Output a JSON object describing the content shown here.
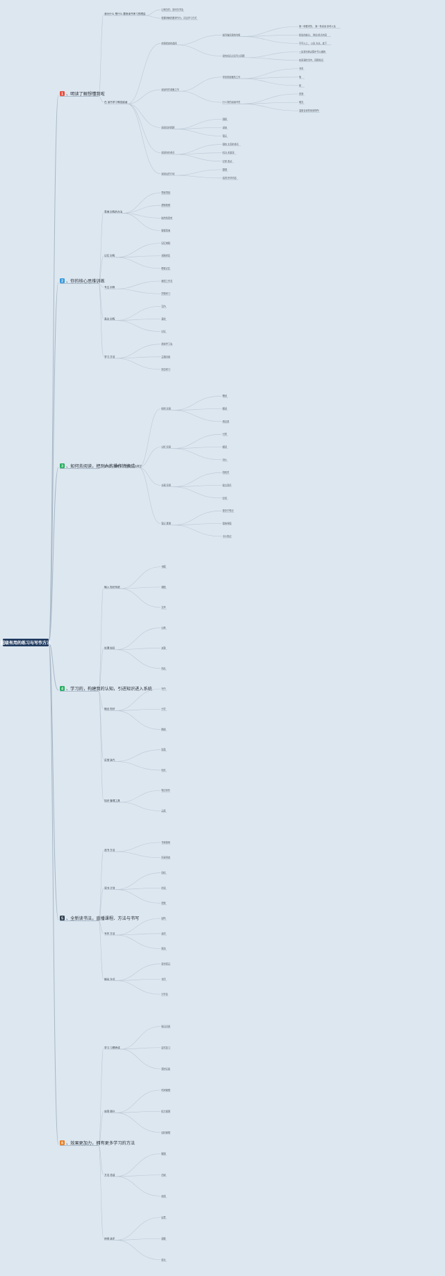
{
  "root": {
    "title": "超级有用的练习与写作方法"
  },
  "sections": [
    {
      "num": "1",
      "title": "、明读了解想懂我啦",
      "color": "#e74c3c",
      "children": [
        {
          "text": "<b> 我为什么 </b> 是什么 要我读书练习的理由",
          "children": [
            {
              "text": "让明白的，如何去学会"
            },
            {
              "text": "需要明确的要求作为，并且学习方式"
            }
          ]
        },
        {
          "text": "<b> 在 </b> 读书学习等技能者",
          "children": [
            {
              "text": "自我检查的选择",
              "children": [
                {
                  "text": "如何做阅读的时候",
                  "children": [
                    {
                      "text": "第一种要求的，<b> 第一条阅读 </b> 参考以及"
                    },
                    {
                      "text": "精彩的部分，<b> 例如 </b> 重点内容"
                    },
                    {
                      "text": "不可以上，<b> 以及 </b> 方法，选下"
                    }
                  ]
                },
                {
                  "text": "读完知识之后可以回顾",
                  "children": [
                    {
                      "text": "一边读书的过程中可以做的"
                    },
                    {
                      "text": "在阅读的当中，回顾知识"
                    }
                  ]
                }
              ]
            },
            {
              "text": "阅读时的准备工作",
              "children": [
                {
                  "text": "学前需准备的工作",
                  "children": [
                    {
                      "text": "书本"
                    },
                    {
                      "text": "笔"
                    },
                    {
                      "text": "纸"
                    }
                  ]
                },
                {
                  "text": "什么样的阅读环境",
                  "children": [
                    {
                      "text": "安静"
                    },
                    {
                      "text": "明亮"
                    },
                    {
                      "text": "温度合适的阅读场所"
                    }
                  ]
                }
              ]
            },
            {
              "text": "阅读后的回顾",
              "children": [
                {
                  "text": "回顾"
                },
                {
                  "text": "总结"
                },
                {
                  "text": "笔记"
                }
              ]
            },
            {
              "text": "阅读时的重点",
              "children": [
                {
                  "text": "<b> 提炼 </b> 文章的重点"
                },
                {
                  "text": "<b> 标注 </b> 关键词"
                },
                {
                  "text": "<b> 记录 </b> 观点"
                }
              ]
            },
            {
              "text": "阅读后的行动",
              "children": [
                {
                  "text": "整理"
                },
                {
                  "text": "<b> 实践 </b> 所学内容"
                }
              ]
            }
          ]
        }
      ]
    },
    {
      "num": "2",
      "title": "、你的核心思维训练",
      "color": "#3498db",
      "children": [
        {
          "text": "<b> 思维 </b> 训练的方法",
          "children": [
            {
              "text": "思维导图"
            },
            {
              "text": "逻辑推理"
            },
            {
              "text": "批判性思考"
            },
            {
              "text": "联想思维"
            }
          ]
        },
        {
          "text": "<b> 记忆 </b> 训练",
          "children": [
            {
              "text": "记忆宫殿"
            },
            {
              "text": "间隔重复"
            },
            {
              "text": "联想记忆"
            }
          ]
        },
        {
          "text": "<b> 专注 </b> 训练",
          "children": [
            {
              "text": "番茄工作法"
            },
            {
              "text": "冥想练习"
            }
          ]
        },
        {
          "text": "<b> 表达 </b> 训练",
          "children": [
            {
              "text": "写作"
            },
            {
              "text": "演讲"
            },
            {
              "text": "讨论"
            }
          ]
        },
        {
          "text": "<b> 学习 </b> 方法",
          "children": [
            {
              "text": "费曼学习法"
            },
            {
              "text": "主题阅读"
            },
            {
              "text": "刻意练习"
            }
          ]
        }
      ]
    },
    {
      "num": "3",
      "title": "、如何去阅读，把别人的操作转换成",
      "color": "#27ae60",
      "children": [
        {
          "text": "整本书、理解它、记忆它、运用它",
          "children": [
            {
              "text": "<b> 检视 </b> 阅读",
              "children": [
                {
                  "text": "略读"
                },
                {
                  "text": "粗读"
                },
                {
                  "text": "看目录"
                }
              ]
            },
            {
              "text": "<b> 分析 </b> 阅读",
              "children": [
                {
                  "text": "分类"
                },
                {
                  "text": "解读"
                },
                {
                  "text": "评价"
                }
              ]
            },
            {
              "text": "<b> 主题 </b> 阅读",
              "children": [
                {
                  "text": "找相关"
                },
                {
                  "text": "建立观点"
                },
                {
                  "text": "比较"
                }
              ]
            },
            {
              "text": "<b> 笔记 </b> 整理",
              "children": [
                {
                  "text": "康奈尔笔记"
                },
                {
                  "text": "思维导图"
                },
                {
                  "text": "卡片笔记"
                }
              ]
            }
          ]
        }
      ]
    },
    {
      "num": "4",
      "title": "、学习的，构建我的认知，引进知识进入系统",
      "color": "#27ae60",
      "children": [
        {
          "text": "<b> 输入 </b> 知识系统",
          "children": [
            {
              "text": "书籍"
            },
            {
              "text": "课程"
            },
            {
              "text": "文章"
            }
          ]
        },
        {
          "text": "<b> 处理 </b> 知识",
          "children": [
            {
              "text": "分类"
            },
            {
              "text": "关联"
            },
            {
              "text": "内化"
            }
          ]
        },
        {
          "text": "<b> 输出 </b> 知识",
          "children": [
            {
              "text": "写作"
            },
            {
              "text": "分享"
            },
            {
              "text": "教授"
            }
          ]
        },
        {
          "text": "<b> 反馈 </b> 迭代",
          "children": [
            {
              "text": "复盘"
            },
            {
              "text": "优化"
            }
          ]
        },
        {
          "text": "<b> 知识 </b> 管理工具",
          "children": [
            {
              "text": "笔记软件"
            },
            {
              "text": "云盘"
            }
          ]
        }
      ]
    },
    {
      "num": "5",
      "title": "、全新读书法，直播课程、方法与书写",
      "color": "#2c3e50",
      "children": [
        {
          "text": "<b> 选书 </b> 方法",
          "children": [
            {
              "text": "书单推荐"
            },
            {
              "text": "目录筛选"
            }
          ]
        },
        {
          "text": "<b> 读书 </b> 计划",
          "children": [
            {
              "text": "目标"
            },
            {
              "text": "时间"
            },
            {
              "text": "进度"
            }
          ]
        },
        {
          "text": "<b> 写作 </b> 方法",
          "children": [
            {
              "text": "结构"
            },
            {
              "text": "素材"
            },
            {
              "text": "修改"
            }
          ]
        },
        {
          "text": "<b> 输出 </b> 方式",
          "children": [
            {
              "text": "读书笔记"
            },
            {
              "text": "书评"
            },
            {
              "text": "分享会"
            }
          ]
        }
      ]
    },
    {
      "num": "6",
      "title": "、效果更加力，拥有更多学习的方法",
      "color": "#e67e22",
      "children": [
        {
          "text": "<b> 学习 </b> 习惯养成",
          "children": [
            {
              "text": "每日阅读"
            },
            {
              "text": "定时复习"
            },
            {
              "text": "坚持记录"
            }
          ]
        },
        {
          "text": "<b> 效率 </b> 提升",
          "children": [
            {
              "text": "时间管理"
            },
            {
              "text": "精力管理"
            },
            {
              "text": "目标管理"
            }
          ]
        },
        {
          "text": "<b> 方法 </b> 总结",
          "children": [
            {
              "text": "整理"
            },
            {
              "text": "归纳"
            },
            {
              "text": "实践"
            }
          ]
        },
        {
          "text": "<b> 持续 </b> 进步",
          "children": [
            {
              "text": "反思"
            },
            {
              "text": "调整"
            },
            {
              "text": "成长"
            }
          ]
        }
      ]
    }
  ]
}
